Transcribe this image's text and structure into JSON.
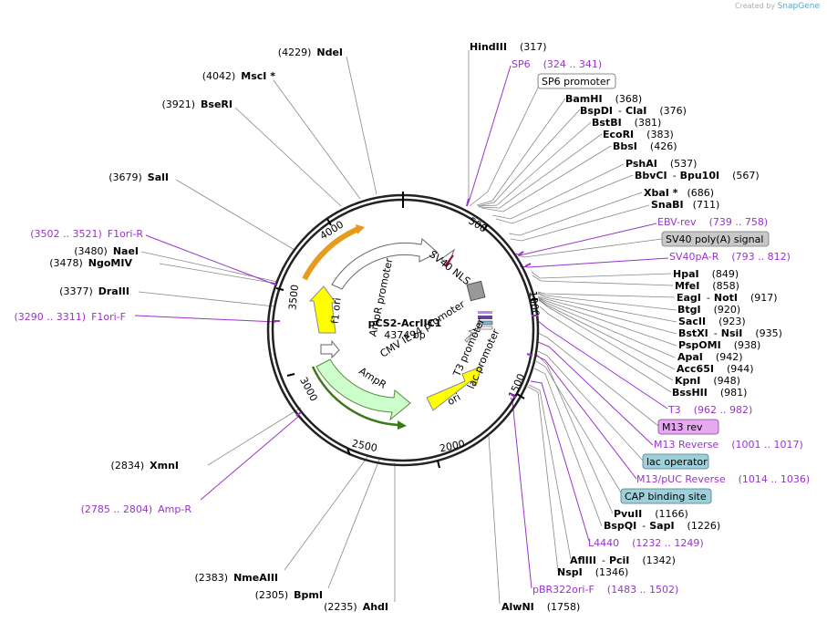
{
  "credit": {
    "prefix": "Created by",
    "brand": "SnapGene"
  },
  "plasmid": {
    "name": "pCS2-AcrIIC1",
    "size": "4374 bp"
  },
  "ticks": [
    {
      "label": "500"
    },
    {
      "label": "1000"
    },
    {
      "label": "1500"
    },
    {
      "label": "2000"
    },
    {
      "label": "2500"
    },
    {
      "label": "3000"
    },
    {
      "label": "3500"
    },
    {
      "label": "4000"
    }
  ],
  "features": [
    {
      "label": "SV40 NLS"
    },
    {
      "label": "CMV IE94 promoter"
    },
    {
      "label": "AmpR promoter"
    },
    {
      "label": "f1 ori"
    },
    {
      "label": "AmpR"
    },
    {
      "label": "ori"
    },
    {
      "label": "lac promoter"
    },
    {
      "label": "T3 promoter"
    }
  ],
  "left_labels": [
    {
      "pos": "(4229)",
      "name": "NdeI"
    },
    {
      "pos": "(4042)",
      "name": "MscI *"
    },
    {
      "pos": "(3921)",
      "name": "BseRI"
    },
    {
      "pos": "(3679)",
      "name": "SalI"
    },
    {
      "pos": "(3502 .. 3521)",
      "name": "F1ori-R"
    },
    {
      "pos": "(3480)",
      "name": "NaeI"
    },
    {
      "pos": "(3478)",
      "name": "NgoMIV"
    },
    {
      "pos": "(3377)",
      "name": "DraIII"
    },
    {
      "pos": "(3290 .. 3311)",
      "name": "F1ori-F"
    },
    {
      "pos": "(2834)",
      "name": "XmnI"
    },
    {
      "pos": "(2785 .. 2804)",
      "name": "Amp-R"
    },
    {
      "pos": "(2383)",
      "name": "NmeAIII"
    },
    {
      "pos": "(2305)",
      "name": "BpmI"
    },
    {
      "pos": "(2235)",
      "name": "AhdI"
    }
  ],
  "right_labels": [
    {
      "name": "HindIII",
      "pos": "(317)"
    },
    {
      "name": "SP6",
      "pos": "(324 .. 341)"
    },
    {
      "box": "SP6 promoter"
    },
    {
      "name": "BamHI",
      "pos": "(368)"
    },
    {
      "name": "BspDI",
      "sep": "-",
      "name2": "ClaI",
      "pos": "(376)"
    },
    {
      "name": "BstBI",
      "pos": "(381)"
    },
    {
      "name": "EcoRI",
      "pos": "(383)"
    },
    {
      "name": "BbsI",
      "pos": "(426)"
    },
    {
      "name": "PshAI",
      "pos": "(537)"
    },
    {
      "name": "BbvCI",
      "sep": "-",
      "name2": "Bpu10I",
      "pos": "(567)"
    },
    {
      "name": "XbaI *",
      "pos": "(686)"
    },
    {
      "name": "SnaBI",
      "pos": "(711)"
    },
    {
      "name": "EBV-rev",
      "pos": "(739 .. 758)"
    },
    {
      "box": "SV40 poly(A) signal"
    },
    {
      "name": "SV40pA-R",
      "pos": "(793 .. 812)"
    },
    {
      "name": "HpaI",
      "pos": "(849)"
    },
    {
      "name": "MfeI",
      "pos": "(858)"
    },
    {
      "name": "EagI",
      "sep": "-",
      "name2": "NotI",
      "pos": "(917)"
    },
    {
      "name": "BtgI",
      "pos": "(920)"
    },
    {
      "name": "SacII",
      "pos": "(923)"
    },
    {
      "name": "BstXI",
      "sep": "-",
      "name2": "NsiI",
      "pos": "(935)"
    },
    {
      "name": "PspOMI",
      "pos": "(938)"
    },
    {
      "name": "ApaI",
      "pos": "(942)"
    },
    {
      "name": "Acc65I",
      "pos": "(944)"
    },
    {
      "name": "KpnI",
      "pos": "(948)"
    },
    {
      "name": "BssHII",
      "pos": "(981)"
    },
    {
      "name": "T3",
      "pos": "(962 .. 982)"
    },
    {
      "box": "M13 rev"
    },
    {
      "name": "M13 Reverse",
      "pos": "(1001 .. 1017)"
    },
    {
      "box": "lac operator"
    },
    {
      "name": "M13/pUC Reverse",
      "pos": "(1014 .. 1036)"
    },
    {
      "box": "CAP binding site"
    },
    {
      "name": "PvuII",
      "pos": "(1166)"
    },
    {
      "name": "BspQI",
      "sep": "-",
      "name2": "SapI",
      "pos": "(1226)"
    },
    {
      "name": "L4440",
      "pos": "(1232 .. 1249)"
    },
    {
      "name": "AflIII",
      "sep": "-",
      "name2": "PciI",
      "pos": "(1342)"
    },
    {
      "name": "NspI",
      "pos": "(1346)"
    },
    {
      "name": "pBR322ori-F",
      "pos": "(1483 .. 1502)"
    },
    {
      "name": "AlwNI",
      "pos": "(1758)"
    }
  ]
}
